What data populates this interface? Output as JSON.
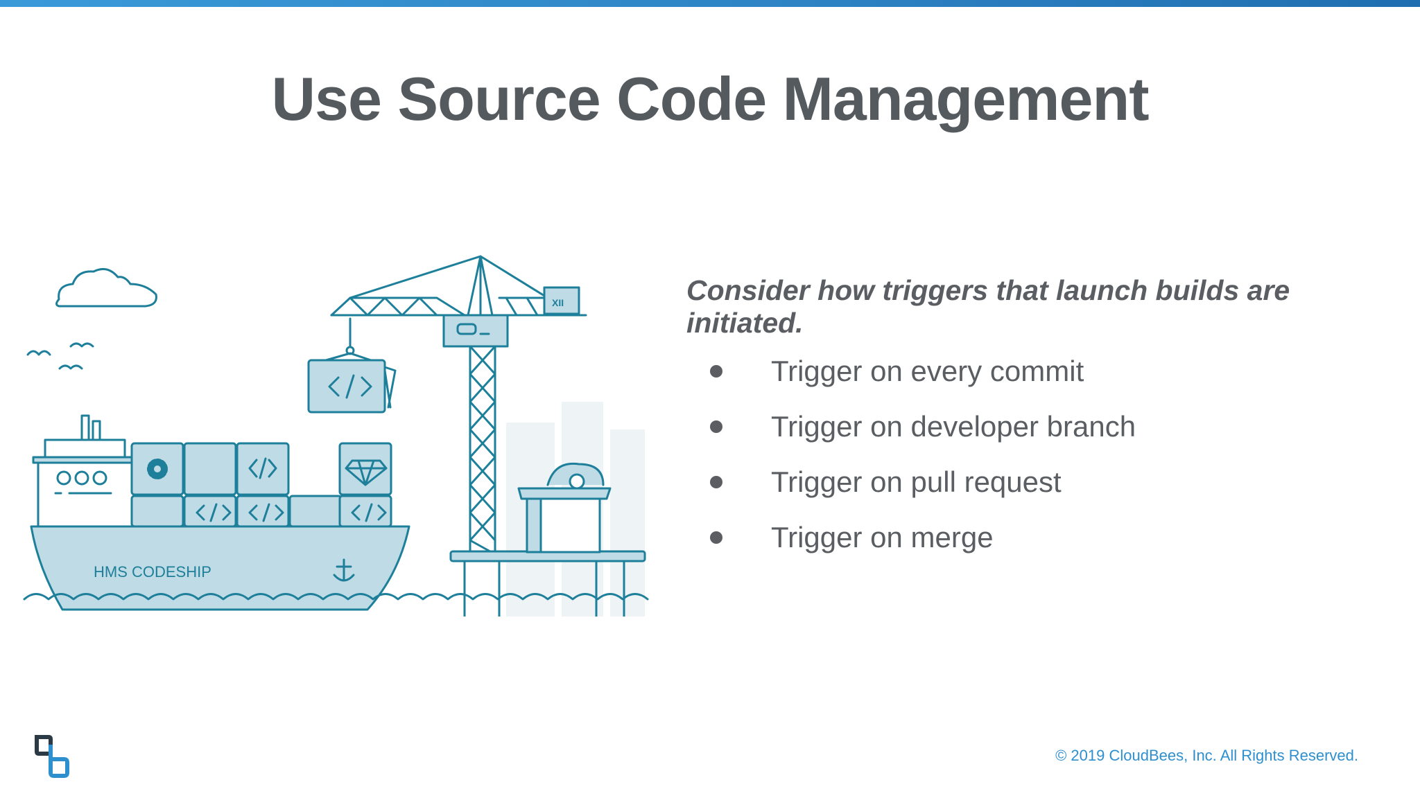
{
  "slide": {
    "title": "Use Source Code Management",
    "subtitle": "Consider how triggers that launch builds are initiated.",
    "bullets": [
      "Trigger on every commit",
      "Trigger on developer branch",
      "Trigger on pull request",
      "Trigger on merge"
    ]
  },
  "illustration": {
    "ship_name": "HMS CODESHIP",
    "crane_label": "XII"
  },
  "footer": {
    "copyright": "© 2019 CloudBees, Inc. All Rights Reserved."
  },
  "colors": {
    "accent": "#2e8fcf",
    "line": "#1d7f99",
    "fill": "#bfdbe6",
    "text": "#5a5e62"
  }
}
